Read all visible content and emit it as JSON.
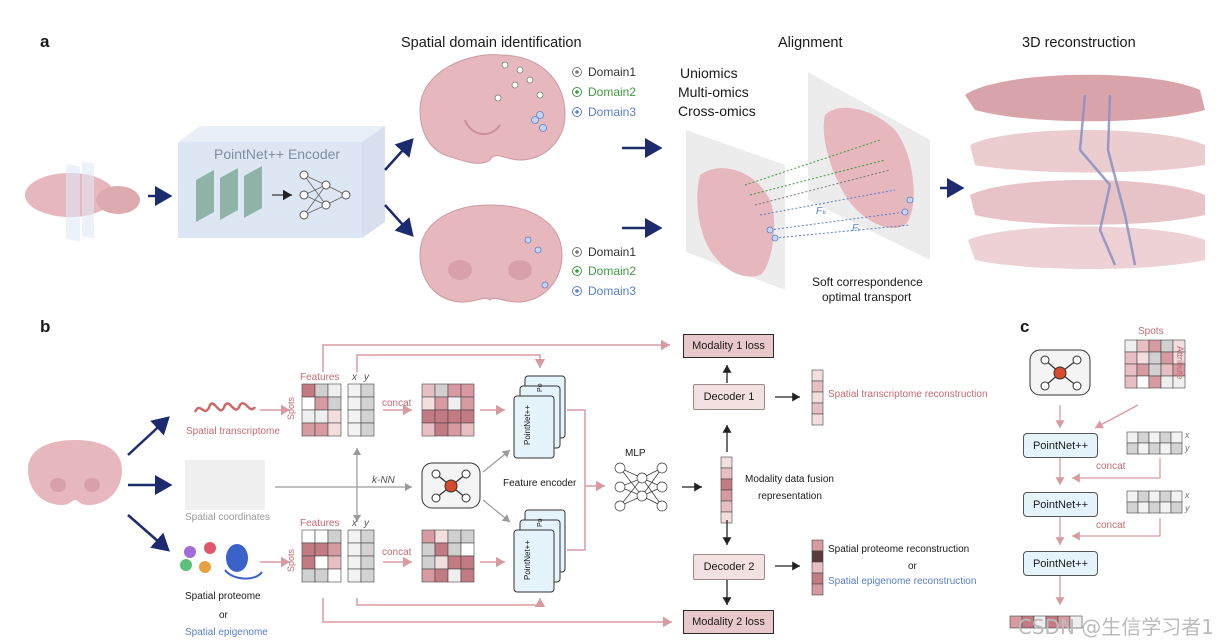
{
  "panel_a": {
    "label": "a",
    "titles": {
      "spatial_domain": "Spatial domain identification",
      "alignment": "Alignment",
      "reconstruction": "3D reconstruction"
    },
    "encoder_label": "PointNet++ Encoder",
    "domains_top": [
      "Domain1",
      "Domain2",
      "Domain3"
    ],
    "domains_bottom": [
      "Domain1",
      "Domain2",
      "Domain3"
    ],
    "omics": [
      "Uniomics",
      "Multi-omics",
      "Cross-omics"
    ],
    "feature_labels": [
      "Fₖ",
      "Fᵢ"
    ],
    "soft_correspondence": [
      "Soft correspondence",
      "optimal transport"
    ]
  },
  "panel_b": {
    "label": "b",
    "spatial_transcriptome": "Spatial transcriptome",
    "spatial_coordinates": "Spatial coordinates",
    "spatial_proteome": "Spatial proteome",
    "or": "or",
    "spatial_epigenome": "Spatial epigenome",
    "features": "Features",
    "spots": "Spots",
    "x": "x",
    "y": "y",
    "concat": "concat",
    "knn": "k-NN",
    "pointnet": "PointNet++",
    "pointnet_short": "Po",
    "feature_encoder": "Feature encoder",
    "mlp": "MLP",
    "modality1_loss": "Modality 1 loss",
    "modality2_loss": "Modality 2 loss",
    "decoder1": "Decoder 1",
    "decoder2": "Decoder 2",
    "fusion": [
      "Modality data fusion",
      "representation"
    ],
    "transcriptome_recon": "Spatial transcriptome reconstruction",
    "proteome_recon": "Spatial proteome reconstruction",
    "or2": "or",
    "epigenome_recon": "Spatial epigenome reconstruction"
  },
  "panel_c": {
    "label": "c",
    "spots": "Spots",
    "attribute": "Attribute",
    "pointnet": "PointNet++",
    "concat": "concat",
    "x": "x",
    "y": "y"
  },
  "watermark": "CSDN @生信学习者1",
  "colors": {
    "navy_arrow": "#1c2a6e",
    "pink_arrow": "#d89aa0",
    "gray_arrow": "#9a9a9a",
    "tissue": "#e7b8bd",
    "domain_green": "#3f9a3f",
    "domain_blue": "#5a7fc6"
  }
}
